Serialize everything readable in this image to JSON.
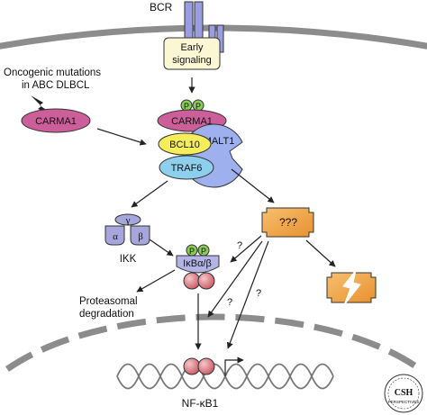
{
  "labels": {
    "bcr": "BCR",
    "early_line1": "Early",
    "early_line2": "signaling",
    "oncogenic_line1": "Oncogenic mutations",
    "oncogenic_line2": "in ABC DLBCL",
    "carma1_left": "CARMA1",
    "carma1_complex": "CARMA1",
    "bcl10": "BCL10",
    "malt1": "MALT1",
    "traf6": "TRAF6",
    "p1": "P",
    "p2": "P",
    "p3": "P",
    "p4": "P",
    "gamma": "γ",
    "alpha": "α",
    "beta": "β",
    "ikk": "IKK",
    "ikb": "IκBα/β",
    "unknown": "???",
    "q1": "?",
    "q2": "?",
    "q3": "?",
    "proteasomal_line1": "Proteasomal",
    "proteasomal_line2": "degradation",
    "nfkb1": "NF-κB1",
    "logo_line1": "CSH",
    "logo_line2": "PERSPECTIVES"
  },
  "colors": {
    "membrane": "#8c8c8c",
    "bcr": "#9a9de0",
    "early_box": "#fbf6d3",
    "carma1": "#cc5f9a",
    "phospho": "#88cc55",
    "bcl10": "#f5ee5a",
    "malt1": "#9fb0ee",
    "traf6": "#8ecfee",
    "ikk": "#a6a6dc",
    "ikb": "#b3b3e6",
    "nfkb": "#e07f86",
    "unknown": "#f4a646",
    "dna": "#777777"
  }
}
